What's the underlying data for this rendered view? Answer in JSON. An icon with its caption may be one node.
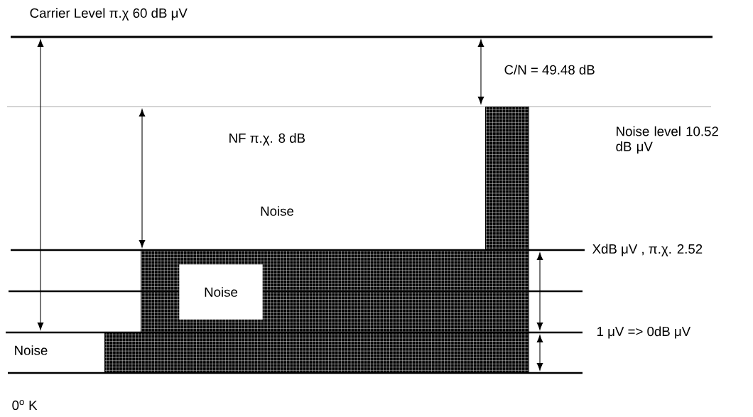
{
  "diagram": {
    "nodes": [
      {
        "text": [
          "Noise"
        ]
      }
    ],
    "labels": [
      "Carrier Level π.χ 60 dB μV",
      "C/N = 49.48 dB",
      "NF π.χ. 8 dB",
      "Noise level 10.52 dB μV",
      "Noise",
      "XdB μV , π.χ. 2.52",
      "1 μV => 0dB μV",
      "Noise",
      "0$^{o}$ K"
    ]
  }
}
